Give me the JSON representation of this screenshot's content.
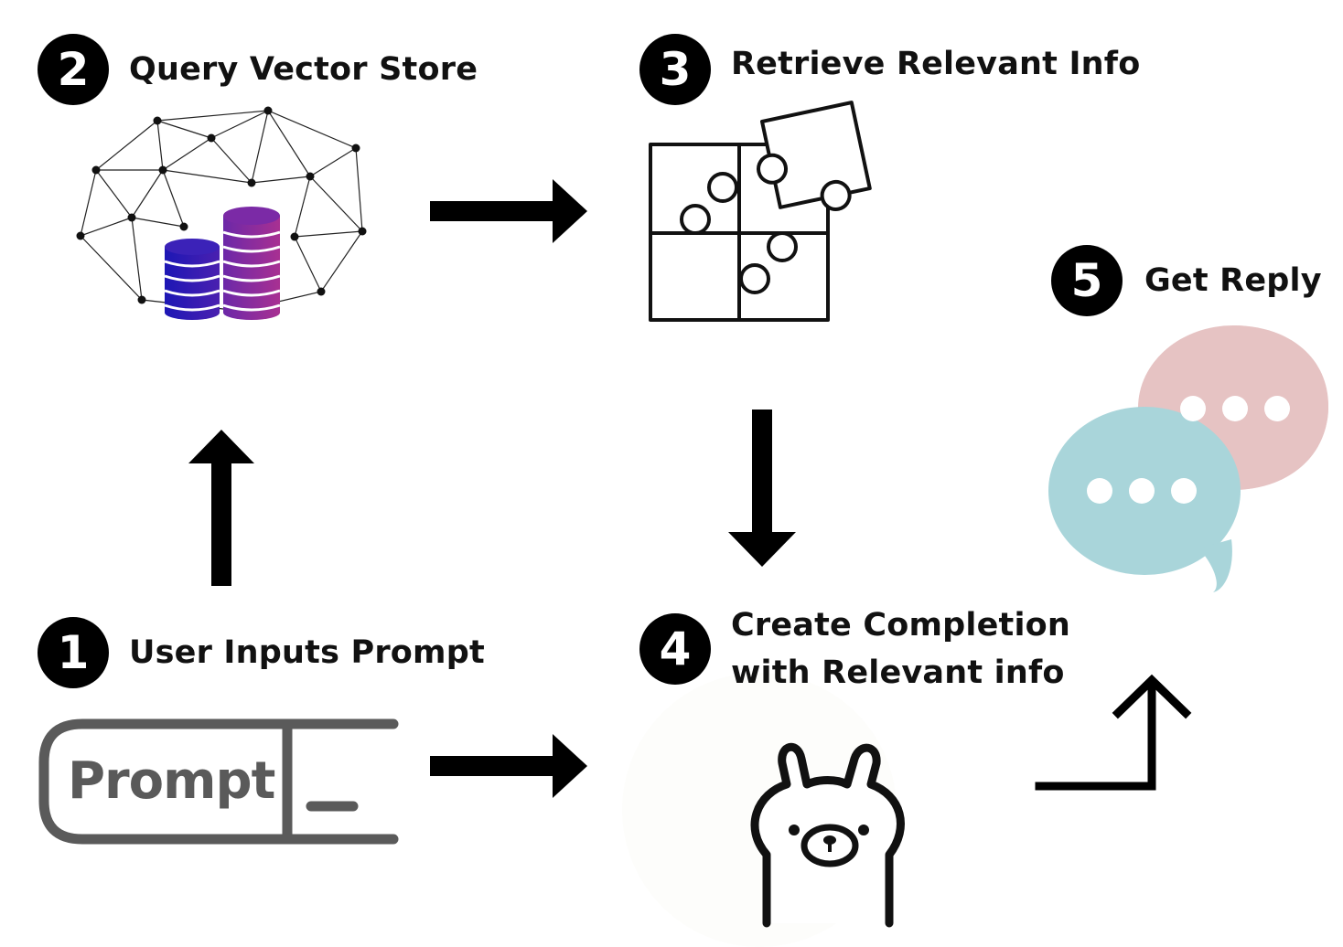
{
  "steps": [
    {
      "number": "1",
      "label": "User Inputs Prompt"
    },
    {
      "number": "2",
      "label": "Query Vector Store"
    },
    {
      "number": "3",
      "label": "Retrieve Relevant Info"
    },
    {
      "number": "4",
      "label_line1": "Create Completion",
      "label_line2": "with Relevant info"
    },
    {
      "number": "5",
      "label": "Get Reply"
    }
  ],
  "prompt_box": {
    "text": "Prompt"
  },
  "icons": {
    "prompt": "prompt-input-icon",
    "vector_store": "vector-database-network-icon",
    "puzzle": "puzzle-pieces-icon",
    "llama": "llama-icon",
    "chat": "chat-bubbles-icon"
  },
  "colors": {
    "db_left": "#2a1fb0",
    "db_right": "#8a2a9a",
    "bubble_pink": "#e6c3c3",
    "bubble_teal": "#a9d5da",
    "prompt_gray": "#5a5a5a"
  }
}
